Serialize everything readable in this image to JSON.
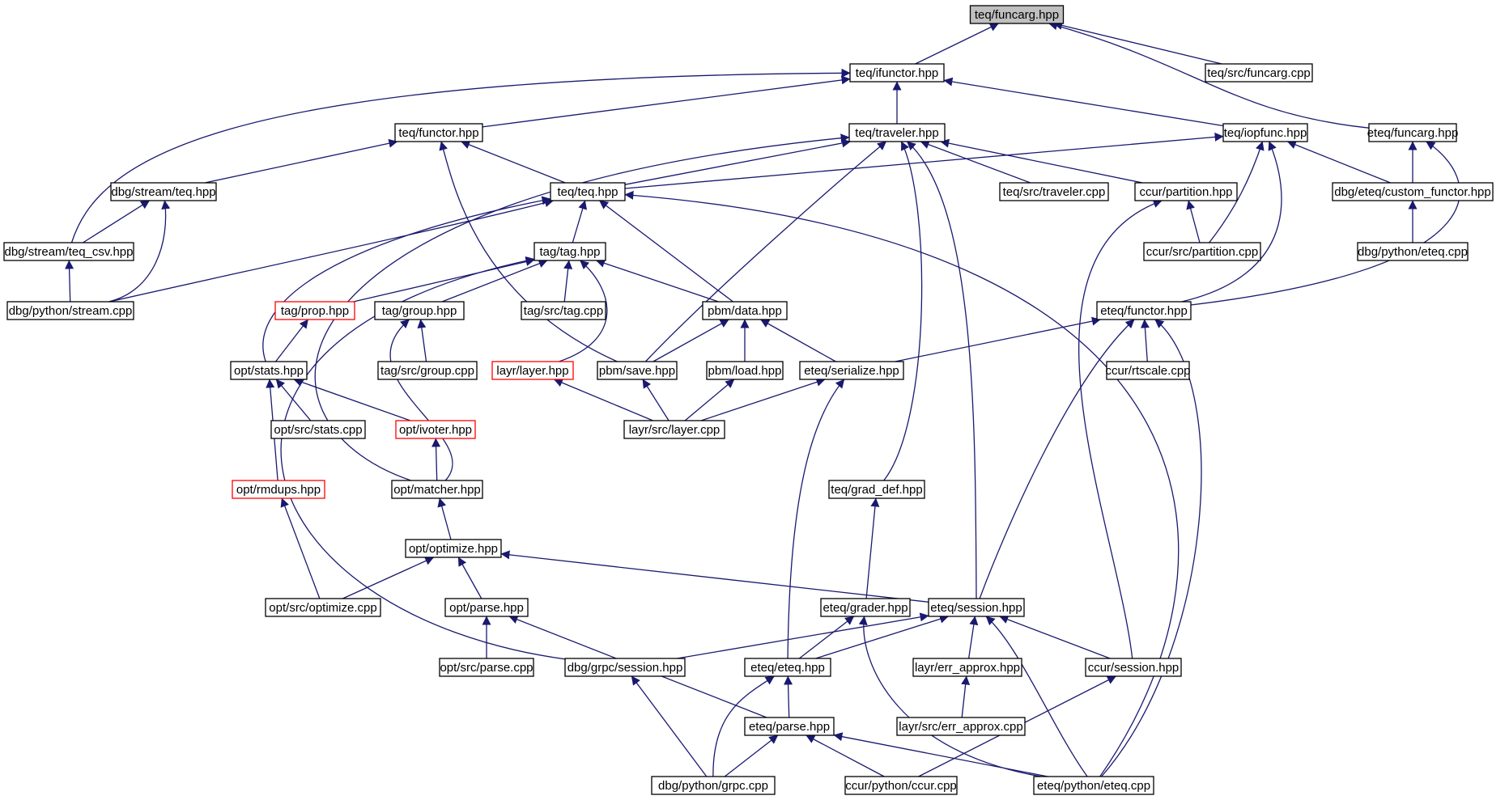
{
  "nodes": [
    {
      "id": "funcarg",
      "label": "teq/funcarg.hpp",
      "focus": true
    },
    {
      "id": "ifunctor",
      "label": "teq/ifunctor.hpp"
    },
    {
      "id": "src_funcarg",
      "label": "teq/src/funcarg.cpp"
    },
    {
      "id": "functor",
      "label": "teq/functor.hpp"
    },
    {
      "id": "traveler",
      "label": "teq/traveler.hpp"
    },
    {
      "id": "iopfunc",
      "label": "teq/iopfunc.hpp"
    },
    {
      "id": "eteq_funcarg",
      "label": "eteq/funcarg.hpp"
    },
    {
      "id": "dbg_stream_teq",
      "label": "dbg/stream/teq.hpp"
    },
    {
      "id": "teq_teq",
      "label": "teq/teq.hpp"
    },
    {
      "id": "src_traveler",
      "label": "teq/src/traveler.cpp"
    },
    {
      "id": "ccur_partition",
      "label": "ccur/partition.hpp"
    },
    {
      "id": "custom_functor",
      "label": "dbg/eteq/custom_functor.hpp"
    },
    {
      "id": "teq_csv",
      "label": "dbg/stream/teq_csv.hpp"
    },
    {
      "id": "tag_tag",
      "label": "tag/tag.hpp"
    },
    {
      "id": "src_partition",
      "label": "ccur/src/partition.cpp"
    },
    {
      "id": "py_eteq",
      "label": "dbg/python/eteq.cpp"
    },
    {
      "id": "py_stream",
      "label": "dbg/python/stream.cpp"
    },
    {
      "id": "tag_prop",
      "label": "tag/prop.hpp",
      "truncated": true
    },
    {
      "id": "tag_group",
      "label": "tag/group.hpp"
    },
    {
      "id": "src_tag",
      "label": "tag/src/tag.cpp"
    },
    {
      "id": "pbm_data",
      "label": "pbm/data.hpp"
    },
    {
      "id": "eteq_functor",
      "label": "eteq/functor.hpp"
    },
    {
      "id": "opt_stats",
      "label": "opt/stats.hpp"
    },
    {
      "id": "src_group",
      "label": "tag/src/group.cpp"
    },
    {
      "id": "layr_layer",
      "label": "layr/layer.hpp",
      "truncated": true
    },
    {
      "id": "pbm_save",
      "label": "pbm/save.hpp"
    },
    {
      "id": "pbm_load",
      "label": "pbm/load.hpp"
    },
    {
      "id": "eteq_serialize",
      "label": "eteq/serialize.hpp"
    },
    {
      "id": "rtscale",
      "label": "ccur/rtscale.cpp"
    },
    {
      "id": "src_stats",
      "label": "opt/src/stats.cpp"
    },
    {
      "id": "opt_ivoter",
      "label": "opt/ivoter.hpp",
      "truncated": true
    },
    {
      "id": "src_layer",
      "label": "layr/src/layer.cpp"
    },
    {
      "id": "opt_rmdups",
      "label": "opt/rmdups.hpp",
      "truncated": true
    },
    {
      "id": "opt_matcher",
      "label": "opt/matcher.hpp"
    },
    {
      "id": "grad_def",
      "label": "teq/grad_def.hpp"
    },
    {
      "id": "opt_optimize",
      "label": "opt/optimize.hpp"
    },
    {
      "id": "src_optimize",
      "label": "opt/src/optimize.cpp"
    },
    {
      "id": "opt_parse",
      "label": "opt/parse.hpp"
    },
    {
      "id": "eteq_grader",
      "label": "eteq/grader.hpp"
    },
    {
      "id": "eteq_session",
      "label": "eteq/session.hpp"
    },
    {
      "id": "src_parse",
      "label": "opt/src/parse.cpp"
    },
    {
      "id": "grpc_session",
      "label": "dbg/grpc/session.hpp"
    },
    {
      "id": "eteq_eteq",
      "label": "eteq/eteq.hpp"
    },
    {
      "id": "err_approx",
      "label": "layr/err_approx.hpp"
    },
    {
      "id": "ccur_session",
      "label": "ccur/session.hpp"
    },
    {
      "id": "src_err_approx",
      "label": "layr/src/err_approx.cpp"
    },
    {
      "id": "eteq_parse",
      "label": "eteq/parse.hpp"
    },
    {
      "id": "py_grpc",
      "label": "dbg/python/grpc.cpp"
    },
    {
      "id": "py_ccur",
      "label": "ccur/python/ccur.cpp"
    },
    {
      "id": "py_eteq_eteq",
      "label": "eteq/python/eteq.cpp"
    }
  ],
  "edges": [
    [
      "ifunctor",
      "funcarg"
    ],
    [
      "src_funcarg",
      "funcarg"
    ],
    [
      "eteq_funcarg",
      "funcarg"
    ],
    [
      "functor",
      "ifunctor"
    ],
    [
      "traveler",
      "ifunctor"
    ],
    [
      "iopfunc",
      "ifunctor"
    ],
    [
      "teq_csv",
      "ifunctor"
    ],
    [
      "dbg_stream_teq",
      "functor"
    ],
    [
      "teq_teq",
      "functor"
    ],
    [
      "pbm_save",
      "functor"
    ],
    [
      "teq_teq",
      "traveler"
    ],
    [
      "src_traveler",
      "traveler"
    ],
    [
      "ccur_partition",
      "traveler"
    ],
    [
      "grad_def",
      "traveler"
    ],
    [
      "eteq_session",
      "traveler"
    ],
    [
      "pbm_save",
      "traveler"
    ],
    [
      "opt_matcher",
      "traveler"
    ],
    [
      "teq_teq",
      "iopfunc"
    ],
    [
      "custom_functor",
      "iopfunc"
    ],
    [
      "src_partition",
      "iopfunc"
    ],
    [
      "eteq_functor",
      "iopfunc"
    ],
    [
      "custom_functor",
      "eteq_funcarg"
    ],
    [
      "eteq_functor",
      "eteq_funcarg"
    ],
    [
      "teq_csv",
      "dbg_stream_teq"
    ],
    [
      "py_stream",
      "dbg_stream_teq"
    ],
    [
      "tag_tag",
      "teq_teq"
    ],
    [
      "pbm_data",
      "teq_teq"
    ],
    [
      "py_stream",
      "teq_teq"
    ],
    [
      "opt_stats",
      "teq_teq"
    ],
    [
      "py_eteq_eteq",
      "teq_teq"
    ],
    [
      "src_partition",
      "ccur_partition"
    ],
    [
      "ccur_session",
      "ccur_partition"
    ],
    [
      "py_eteq",
      "custom_functor"
    ],
    [
      "py_stream",
      "teq_csv"
    ],
    [
      "tag_prop",
      "tag_tag"
    ],
    [
      "tag_group",
      "tag_tag"
    ],
    [
      "src_tag",
      "tag_tag"
    ],
    [
      "pbm_data",
      "tag_tag"
    ],
    [
      "layr_layer",
      "tag_tag"
    ],
    [
      "grpc_session",
      "tag_tag"
    ],
    [
      "src_group",
      "tag_group"
    ],
    [
      "opt_matcher",
      "tag_group"
    ],
    [
      "opt_stats",
      "tag_prop"
    ],
    [
      "pbm_save",
      "pbm_data"
    ],
    [
      "pbm_load",
      "pbm_data"
    ],
    [
      "eteq_serialize",
      "pbm_data"
    ],
    [
      "eteq_serialize",
      "eteq_functor"
    ],
    [
      "rtscale",
      "eteq_functor"
    ],
    [
      "eteq_session",
      "eteq_functor"
    ],
    [
      "py_eteq_eteq",
      "eteq_functor"
    ],
    [
      "src_stats",
      "opt_stats"
    ],
    [
      "opt_ivoter",
      "opt_stats"
    ],
    [
      "opt_rmdups",
      "opt_stats"
    ],
    [
      "src_layer",
      "layr_layer"
    ],
    [
      "src_layer",
      "pbm_save"
    ],
    [
      "src_layer",
      "pbm_load"
    ],
    [
      "src_layer",
      "eteq_serialize"
    ],
    [
      "eteq_eteq",
      "eteq_serialize"
    ],
    [
      "opt_matcher",
      "opt_ivoter"
    ],
    [
      "src_optimize",
      "opt_rmdups"
    ],
    [
      "opt_optimize",
      "opt_matcher"
    ],
    [
      "eteq_grader",
      "grad_def"
    ],
    [
      "src_optimize",
      "opt_optimize"
    ],
    [
      "opt_parse",
      "opt_optimize"
    ],
    [
      "eteq_session",
      "opt_optimize"
    ],
    [
      "src_parse",
      "opt_parse"
    ],
    [
      "eteq_parse",
      "opt_parse"
    ],
    [
      "eteq_eteq",
      "eteq_grader"
    ],
    [
      "py_eteq_eteq",
      "eteq_grader"
    ],
    [
      "grpc_session",
      "eteq_session"
    ],
    [
      "eteq_eteq",
      "eteq_session"
    ],
    [
      "err_approx",
      "eteq_session"
    ],
    [
      "ccur_session",
      "eteq_session"
    ],
    [
      "py_eteq_eteq",
      "eteq_session"
    ],
    [
      "py_grpc",
      "grpc_session"
    ],
    [
      "eteq_parse",
      "eteq_eteq"
    ],
    [
      "py_grpc",
      "eteq_eteq"
    ],
    [
      "src_err_approx",
      "err_approx"
    ],
    [
      "py_ccur",
      "ccur_session"
    ],
    [
      "py_grpc",
      "eteq_parse"
    ],
    [
      "py_ccur",
      "eteq_parse"
    ],
    [
      "py_eteq_eteq",
      "eteq_parse"
    ]
  ],
  "colors": {
    "edge": "#191970",
    "node_border": "#000000",
    "focus_fill": "#bfbfbf",
    "truncated_border": "#ff0000",
    "background": "#ffffff"
  }
}
